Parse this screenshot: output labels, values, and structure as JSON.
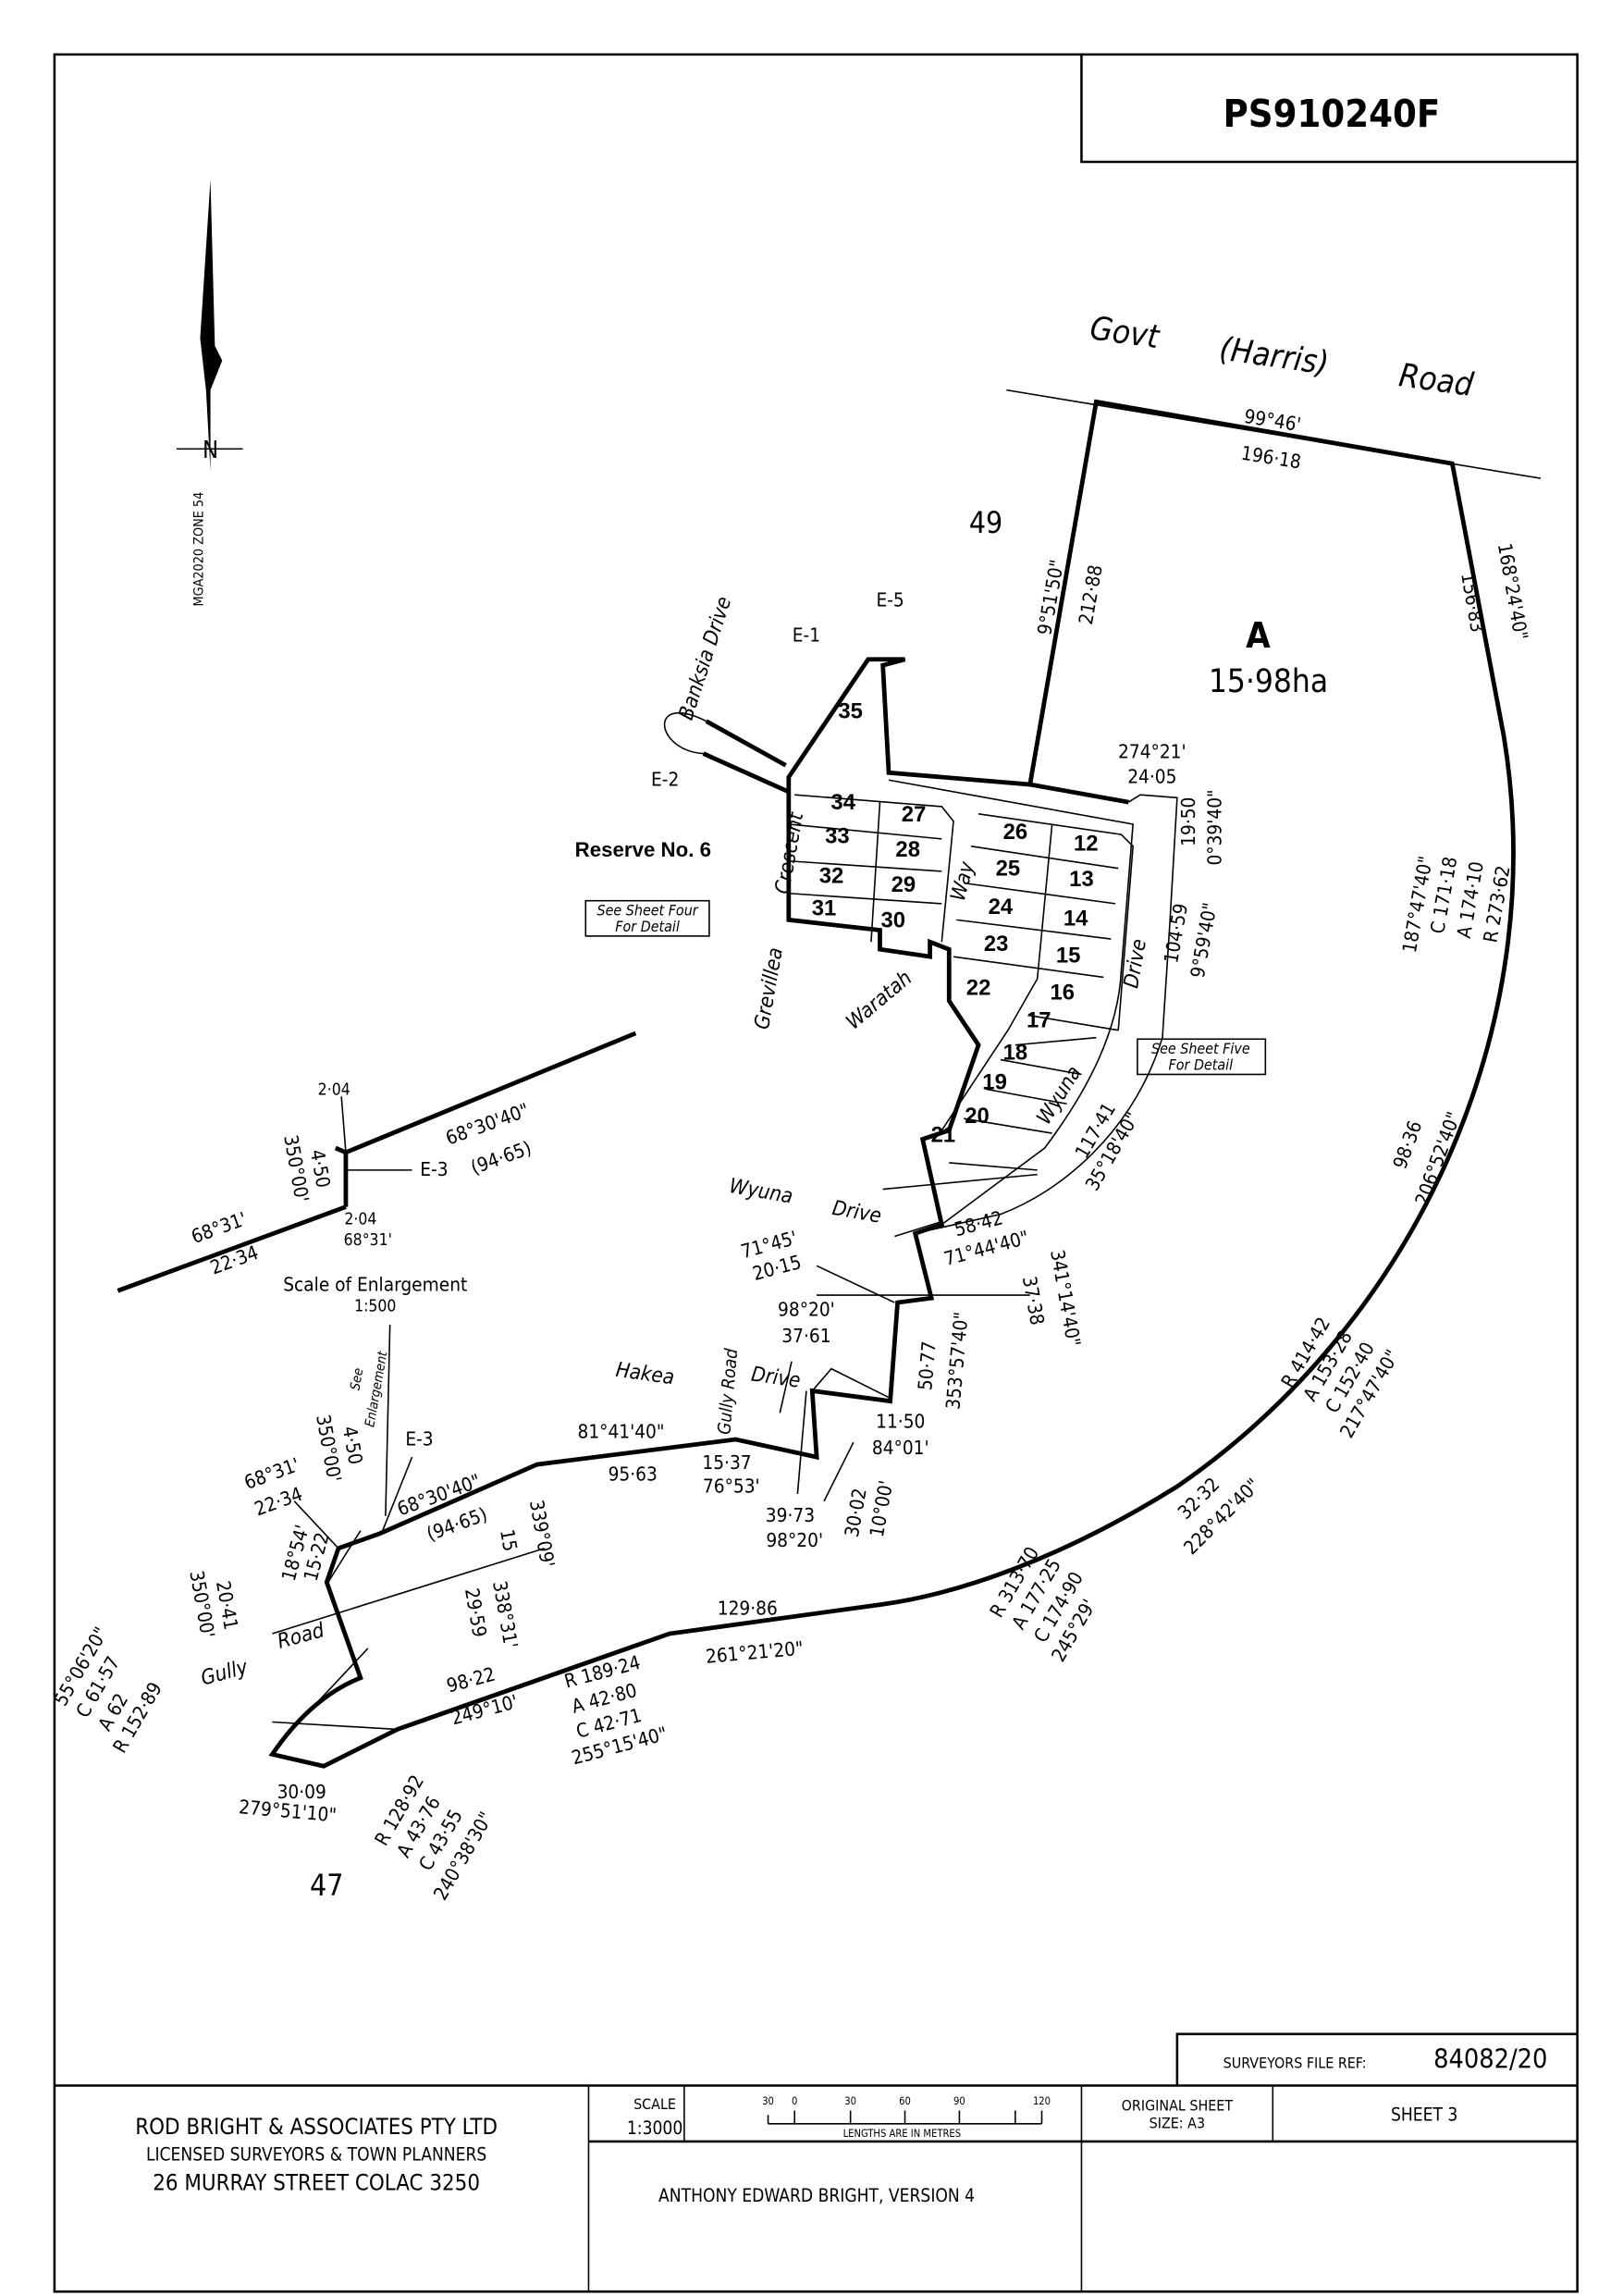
{
  "plan_number": "PS910240F",
  "north": {
    "label": "N",
    "zone": "MGA2020 ZONE 54"
  },
  "roads": {
    "govt": "Govt",
    "harris": "(Harris)",
    "road": "Road",
    "banksia": "Banksia  Drive",
    "crescent": "Crescent",
    "grevillea": "Grevillea",
    "waratah": "Waratah",
    "way": "Way",
    "drive_e": "Drive",
    "wyuna_e": "Wyuna",
    "wyuna": "Wyuna",
    "drive_w": "Drive",
    "hakea": "Hakea",
    "drive_h": "Drive",
    "gully_road": "Gully Road",
    "gully": "Gully",
    "road_g": "Road"
  },
  "parcels": {
    "n49": "49",
    "n47": "47",
    "A": "A",
    "A_area": "15·98ha",
    "reserve": "Reserve No. 6"
  },
  "lots": [
    "35",
    "34",
    "27",
    "33",
    "28",
    "32",
    "29",
    "31",
    "30",
    "26",
    "12",
    "25",
    "13",
    "24",
    "14",
    "23",
    "15",
    "22",
    "16",
    "17",
    "18",
    "19",
    "20",
    "21"
  ],
  "easements": {
    "e5": "E-5",
    "e1": "E-1",
    "e2": "E-2",
    "e3a": "E-3",
    "e3b": "E-3"
  },
  "notes": {
    "four1": "See Sheet Four",
    "four2": "For Detail",
    "five1": "See Sheet Five",
    "five2": "For Detail",
    "enl1": "Scale of Enlargement",
    "enl2": "1:500",
    "see_enl1": "See",
    "see_enl2": "Enlargement"
  },
  "dims": {
    "a1": "99°46'",
    "a2": "196·18",
    "b1": "9°51'50\"",
    "b2": "212·88",
    "c1": "156·83",
    "c2": "168°24'40\"",
    "d1": "274°21'",
    "d2": "24·05",
    "e1": "19·50",
    "e2": "0°39'40\"",
    "f1": "104·59",
    "f2": "9°59'40\"",
    "g1": "117·41",
    "g2": "35°18'40\"",
    "h1": "187°47'40\"",
    "h2": "C  171·18",
    "h3": "A  174·10",
    "h4": "R  273·62",
    "i1": "98·36",
    "i2": "206°52'40\"",
    "j1": "58·42",
    "j2": "71°44'40\"",
    "k1": "341°14'40\"",
    "k2": "37·38",
    "l1": "71°45'",
    "l2": "20·15",
    "m1": "98°20'",
    "m2": "37·61",
    "n1": "50·77",
    "n2": "353°57'40\"",
    "o1": "11·50",
    "o2": "84°01'",
    "p1": "81°41'40\"",
    "p2": "95·63",
    "q1": "15·37",
    "q2": "76°53'",
    "r1": "39·73",
    "r2": "98°20'",
    "s1": "30·02",
    "s2": "10°00'",
    "t1": "32·32",
    "t2": "228°42'40\"",
    "u1": "R  414·42",
    "u2": "A  153·28",
    "u3": "C  152·40",
    "u4": "217°47'40\"",
    "v1": "68°30'40\"",
    "v2": "(94·65)",
    "v3": "68°31'",
    "v4": "22·34",
    "v5": "2·04",
    "v6": "350°00'",
    "v7": "4·50",
    "v8": "2·04",
    "v9": "68°31'",
    "w1": "350°00'",
    "w2": "4·50",
    "w3": "68°31'",
    "w4": "22·34",
    "w5": "68°30'40\"",
    "w6": "(94·65)",
    "w7": "339°09'",
    "w8": "15",
    "w9": "18°54'",
    "w10": "15·22",
    "x1": "338°31'",
    "x2": "29·59",
    "x3": "20·41",
    "x4": "350°00'",
    "y1": "55°06'20\"",
    "y2": "C  61·57",
    "y3": "A  62",
    "y4": "R  152·89",
    "z1": "98·22",
    "z2": "249°10'",
    "z3": "R  189·24",
    "z4": "A  42·80",
    "z5": "C  42·71",
    "z6": "255°15'40\"",
    "z7": "129·86",
    "z8": "261°21'20\"",
    "aa1": "R  313·70",
    "aa2": "A  177·25",
    "aa3": "C  174·90",
    "aa4": "245°29'",
    "bb1": "30·09",
    "bb2": "279°51'10\"",
    "cc1": "R  128·92",
    "cc2": "A  43·76",
    "cc3": "C  43·55",
    "cc4": "240°38'30\""
  },
  "title_block": {
    "file_ref_label": "SURVEYORS FILE REF:",
    "file_ref": "84082/20",
    "firm": "ROD BRIGHT & ASSOCIATES PTY LTD",
    "firm_sub": "LICENSED SURVEYORS & TOWN PLANNERS",
    "address": "26 MURRAY STREET COLAC  3250",
    "scale_label": "SCALE",
    "scale": "1:3000",
    "scale_ticks": [
      "30",
      "0",
      "30",
      "60",
      "90",
      "120"
    ],
    "lengths_note": "LENGTHS ARE IN METRES",
    "orig_sheet": "ORIGINAL SHEET",
    "orig_size": "SIZE: A3",
    "sheet": "SHEET 3",
    "version": "ANTHONY EDWARD BRIGHT, VERSION 4"
  }
}
